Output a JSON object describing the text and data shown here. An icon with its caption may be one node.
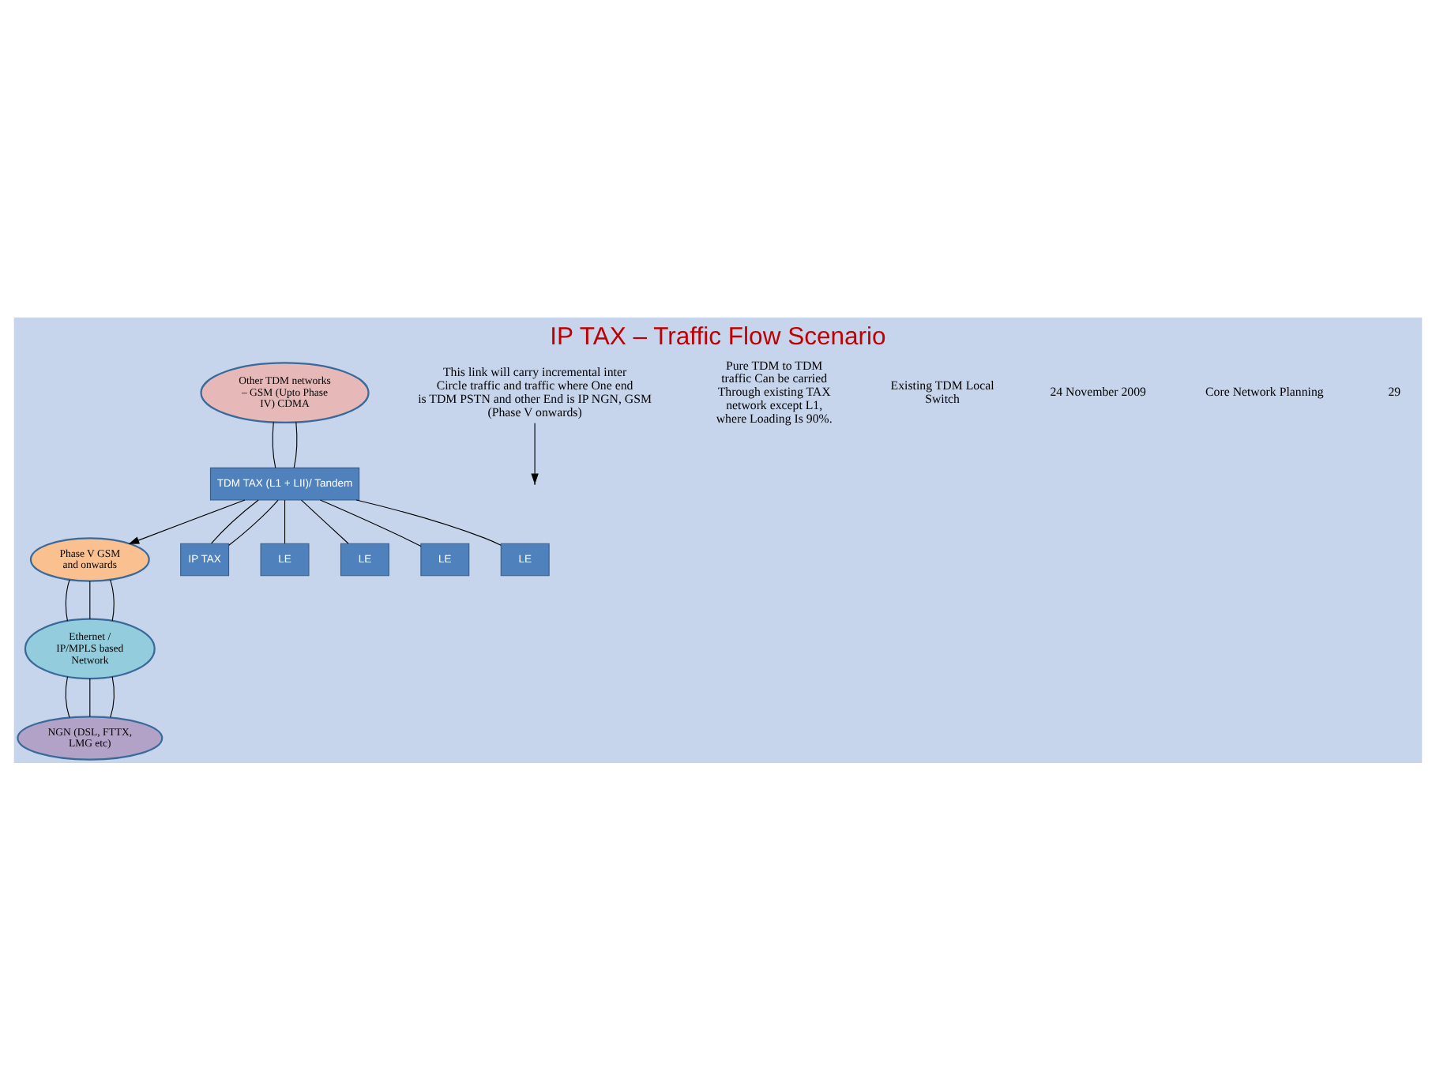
{
  "diagram": {
    "title": "IP TAX – Traffic Flow Scenario",
    "nodes": [
      {
        "text": [
          "Other TDM networks – GSM (Upto Phase IV) CDMA"
        ]
      },
      {
        "text": [
          "Phase V GSM and onwards"
        ]
      },
      {
        "text": [
          "TDM TAX (L1 + LII)/ Tandem"
        ]
      },
      {
        "text": [
          "IP TAX"
        ]
      },
      {
        "text": [
          "Ethernet / IP/MPLS based Network"
        ]
      },
      {
        "text": [
          "LE"
        ]
      },
      {
        "text": [
          "LE"
        ]
      },
      {
        "text": [
          "LE"
        ]
      },
      {
        "text": [
          "LE"
        ]
      },
      {
        "text": [
          "NGN (DSL, FTTX, LMG etc)"
        ]
      },
      {
        "text": [
          "This link will carry incremental inter Circle traffic and traffic where One end is TDM PSTN and other End is IP NGN, GSM (Phase V onwards)"
        ]
      }
    ],
    "edges": [
      {
        "from": 0,
        "to": 2,
        "arrow": "none"
      },
      {
        "from": 0,
        "to": 2,
        "arrow": "none"
      },
      {
        "from": 2,
        "to": 1,
        "arrow": "to"
      },
      {
        "from": 2,
        "to": 3,
        "arrow": "none"
      },
      {
        "from": 2,
        "to": 3,
        "arrow": "none"
      },
      {
        "from": 1,
        "to": 4,
        "arrow": "none"
      },
      {
        "from": 1,
        "to": 4,
        "arrow": "none"
      },
      {
        "from": 1,
        "to": 4,
        "arrow": "none"
      },
      {
        "from": 2,
        "to": 5,
        "arrow": "none"
      },
      {
        "from": 2,
        "to": 6,
        "arrow": "none"
      },
      {
        "from": 2,
        "to": 7,
        "arrow": "none"
      },
      {
        "from": 2,
        "to": 8,
        "arrow": "none"
      },
      {
        "from": 4,
        "to": 9,
        "arrow": "none"
      },
      {
        "from": 4,
        "to": 9,
        "arrow": "none"
      },
      {
        "from": 4,
        "to": 9,
        "arrow": "none"
      },
      {
        "from": 10,
        "to": null,
        "arrow": "to"
      }
    ],
    "labels": [
      "Pure TDM to TDM traffic Can be carried Through existing TAX network except L1, where Loading Is 90%.",
      "Existing TDM Local Switch",
      "24 November 2009",
      "Core Network Planning",
      "29"
    ]
  }
}
